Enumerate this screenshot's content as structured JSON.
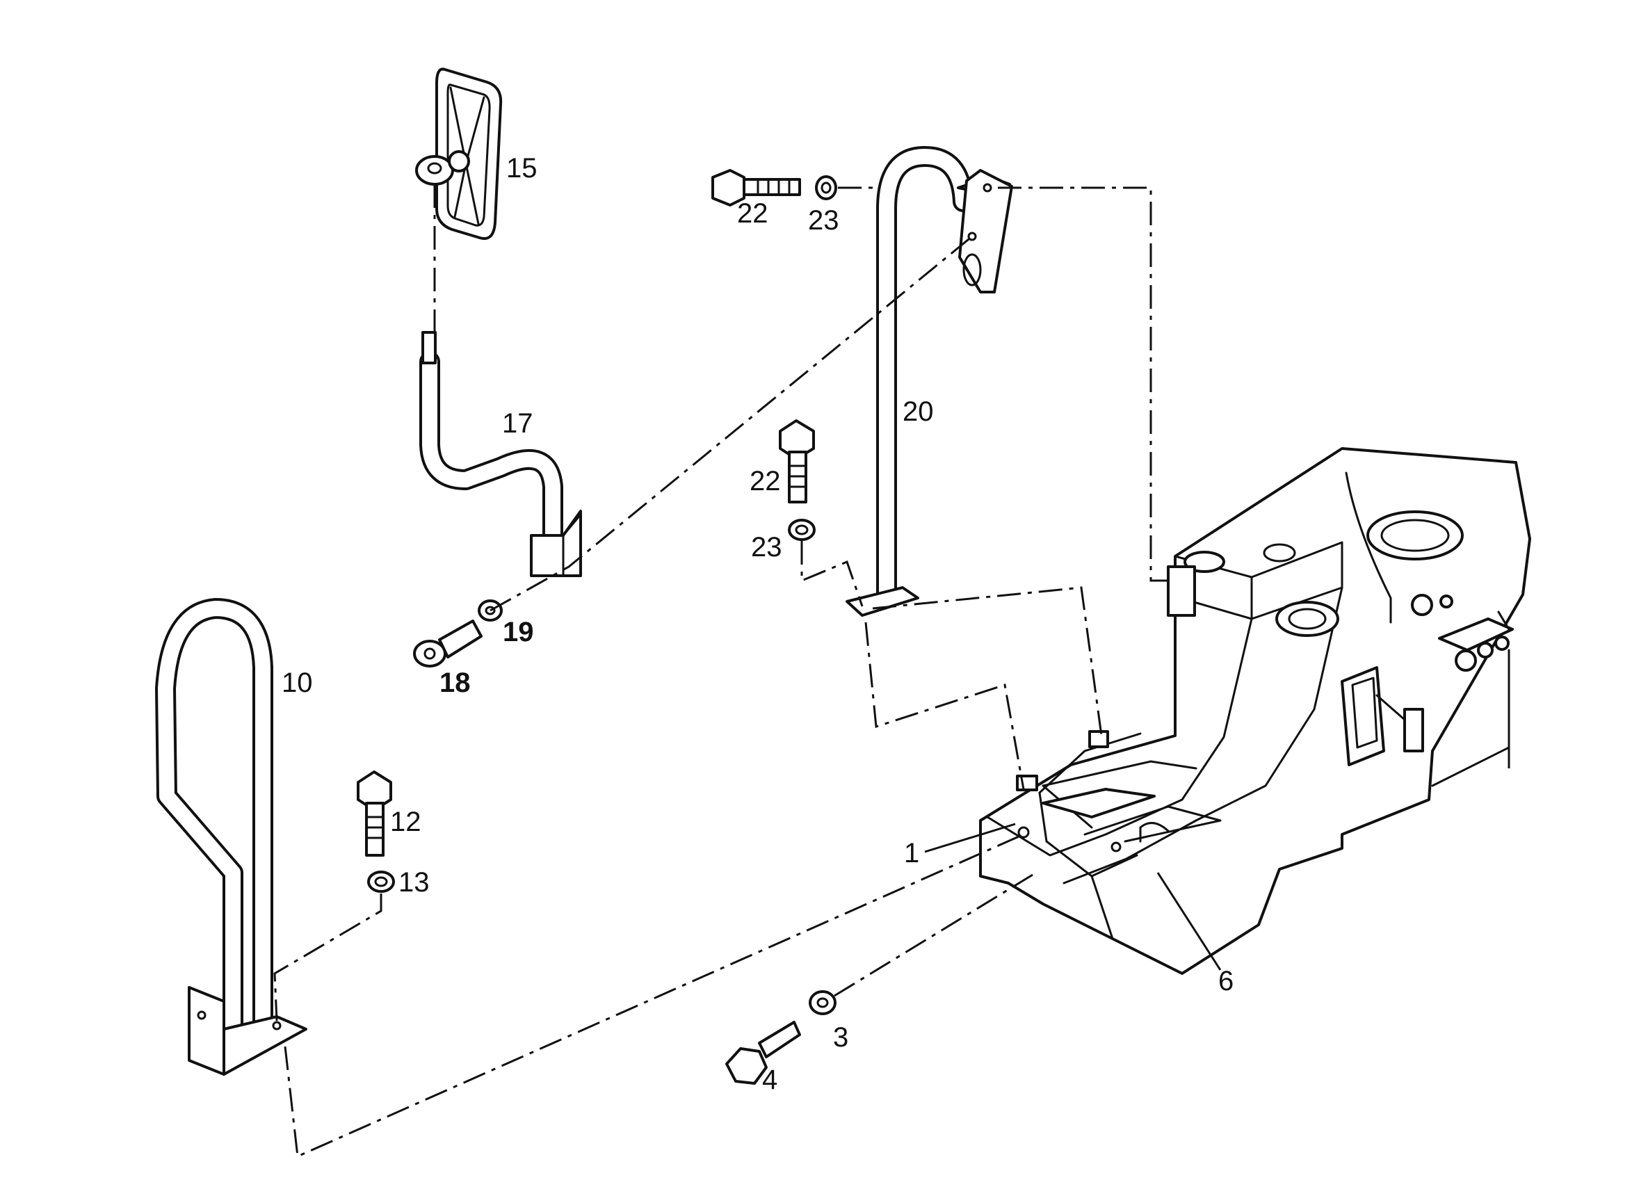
{
  "callouts": {
    "c1": "1",
    "c3": "3",
    "c4": "4",
    "c6": "6",
    "c10": "10",
    "c12": "12",
    "c13": "13",
    "c15": "15",
    "c17": "17",
    "c18": "18",
    "c19": "19",
    "c20": "20",
    "c22a": "22",
    "c23a": "23",
    "c22b": "22",
    "c23b": "23"
  }
}
